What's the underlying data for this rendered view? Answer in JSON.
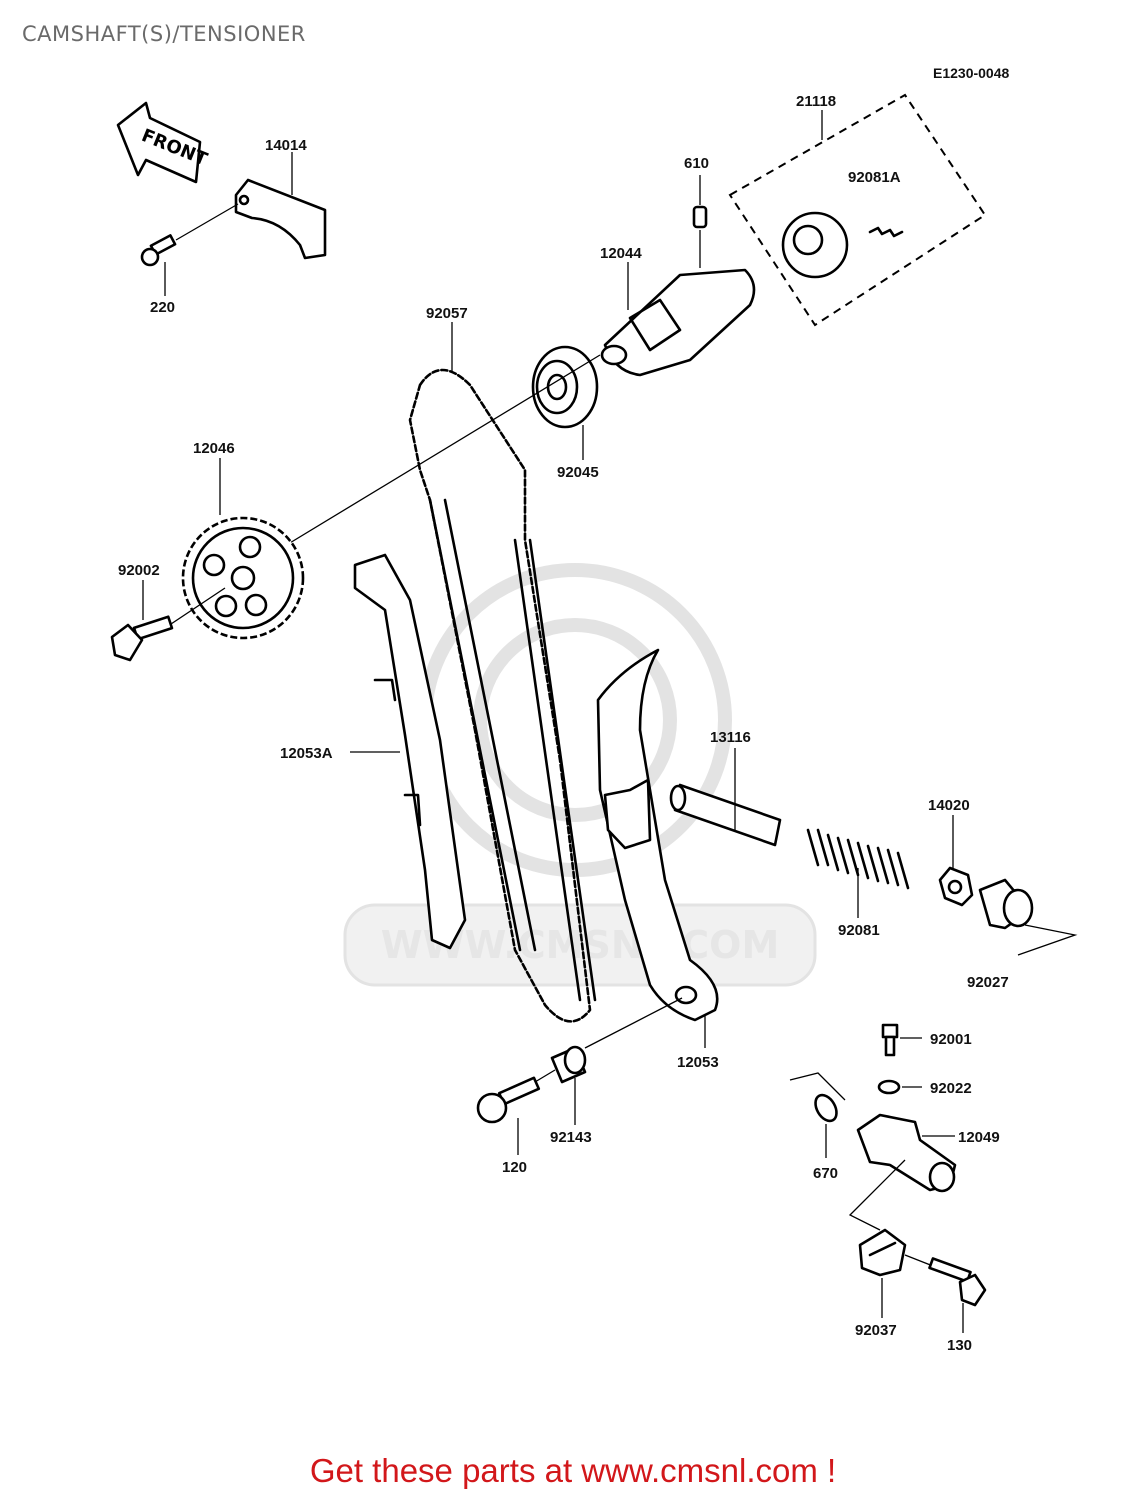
{
  "title": "CAMSHAFT(S)/TENSIONER",
  "diagram_ref": "E1230-0048",
  "front_arrow_label": "FRONT",
  "watermark_text": "WWW.CMSNL.COM",
  "footer_link": "Get these parts at www.cmsnl.com !",
  "colors": {
    "footer": "#d2171a",
    "title": "#6a6a6a",
    "watermark": "#e3e3e3"
  },
  "parts": [
    {
      "id": "p21118",
      "label": "21118"
    },
    {
      "id": "p610",
      "label": "610"
    },
    {
      "id": "p92081A",
      "label": "92081A"
    },
    {
      "id": "p14014",
      "label": "14014"
    },
    {
      "id": "p12044",
      "label": "12044"
    },
    {
      "id": "p220",
      "label": "220"
    },
    {
      "id": "p92057",
      "label": "92057"
    },
    {
      "id": "p92045",
      "label": "92045"
    },
    {
      "id": "p12046",
      "label": "12046"
    },
    {
      "id": "p92002",
      "label": "92002"
    },
    {
      "id": "p12053A",
      "label": "12053A"
    },
    {
      "id": "p13116",
      "label": "13116"
    },
    {
      "id": "p14020",
      "label": "14020"
    },
    {
      "id": "p92081",
      "label": "92081"
    },
    {
      "id": "p92027",
      "label": "92027"
    },
    {
      "id": "p92001",
      "label": "92001"
    },
    {
      "id": "p12053",
      "label": "12053"
    },
    {
      "id": "p92022",
      "label": "92022"
    },
    {
      "id": "p12049",
      "label": "12049"
    },
    {
      "id": "p92143",
      "label": "92143"
    },
    {
      "id": "p120",
      "label": "120"
    },
    {
      "id": "p670",
      "label": "670"
    },
    {
      "id": "p92037",
      "label": "92037"
    },
    {
      "id": "p130",
      "label": "130"
    }
  ]
}
